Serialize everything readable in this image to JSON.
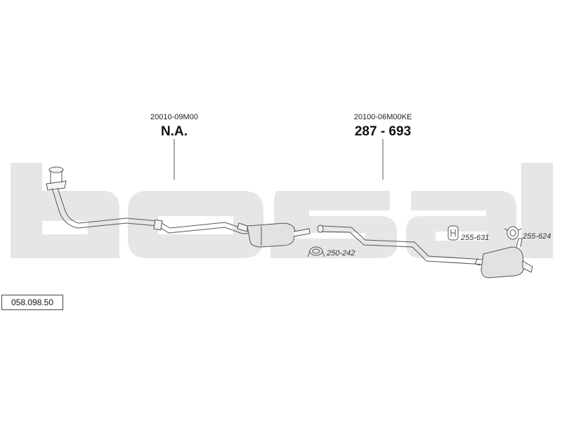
{
  "watermark": {
    "brand": "bosal",
    "color": "#e6e6e6"
  },
  "diagram": {
    "reference_code": "058.098.50",
    "sections": [
      {
        "oe_code": "20010-09M00",
        "part_label": "N.A."
      },
      {
        "oe_code": "20100-06M00KE",
        "part_label": "287 - 693"
      }
    ],
    "accessories": [
      {
        "part_number": "250-242",
        "icon": "clamp-ring-icon"
      },
      {
        "part_number": "255-631",
        "icon": "rubber-hanger-h-icon"
      },
      {
        "part_number": "255-624",
        "icon": "rubber-ring-mount-icon"
      }
    ],
    "colors": {
      "line": "#555555",
      "pipe_fill": "#f4f4f4",
      "muffler_fill": "#e2e2e2"
    }
  }
}
